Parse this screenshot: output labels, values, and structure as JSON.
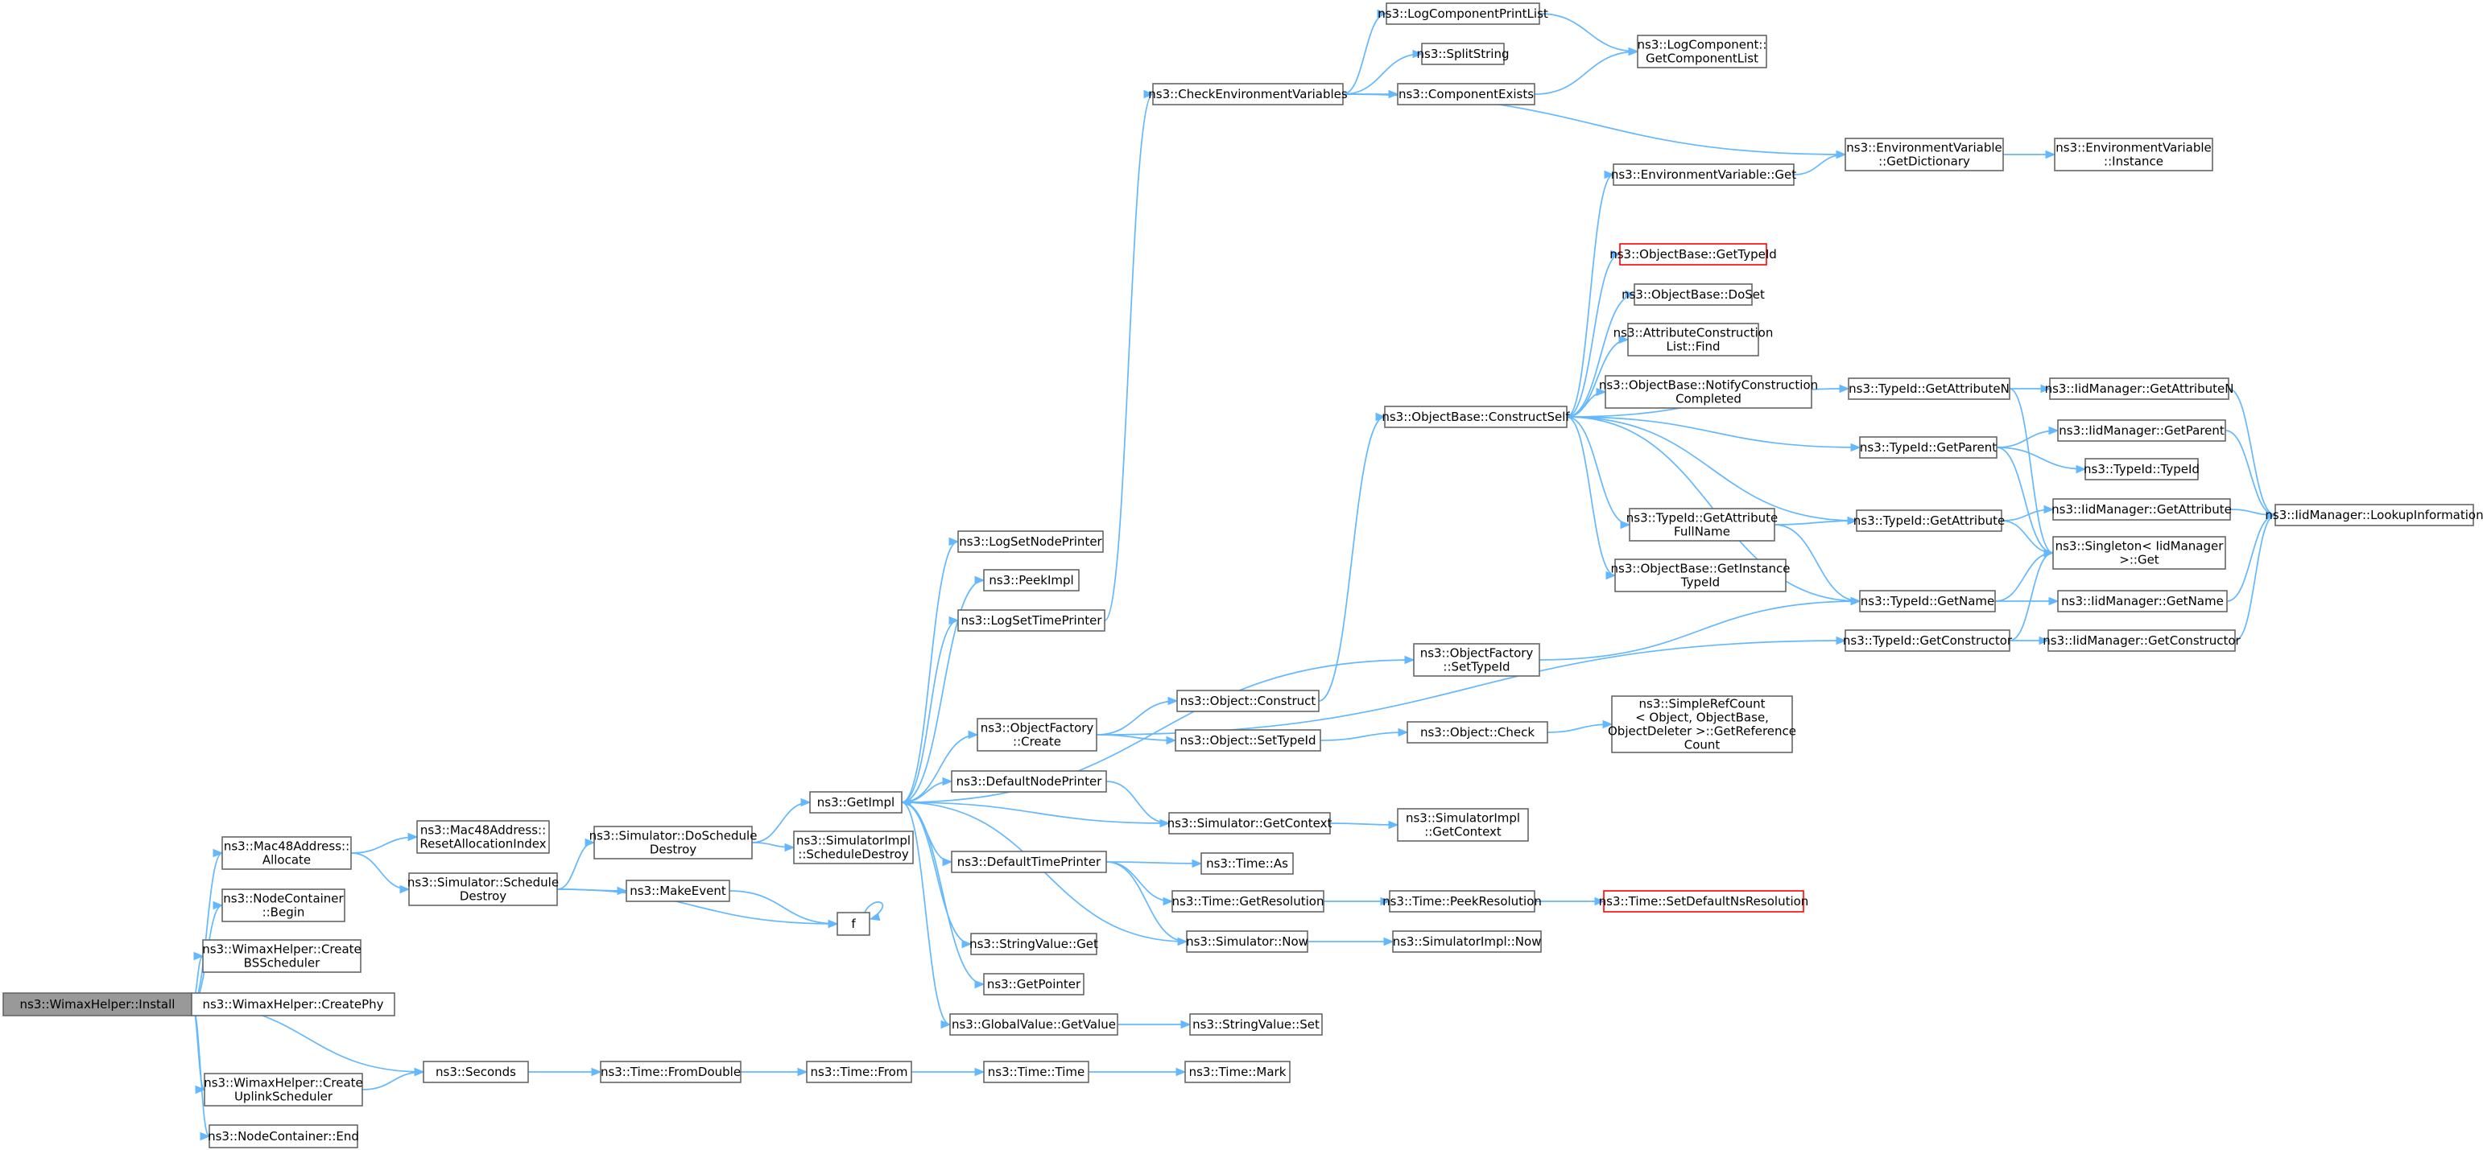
{
  "colors": {
    "edge": "#63b8ff",
    "node_border": "#666666",
    "root_fill": "#999999",
    "highlight_border": "#ff0000"
  },
  "nodes": [
    {
      "id": "install",
      "lines": [
        "ns3::WimaxHelper::Install"
      ],
      "style": "root"
    },
    {
      "id": "mac48alloc",
      "lines": [
        "ns3::Mac48Address::",
        "Allocate"
      ]
    },
    {
      "id": "ncbegin",
      "lines": [
        "ns3::NodeContainer",
        "::Begin"
      ]
    },
    {
      "id": "createbs",
      "lines": [
        "ns3::WimaxHelper::Create",
        "BSScheduler"
      ]
    },
    {
      "id": "createphy",
      "lines": [
        "ns3::WimaxHelper::CreatePhy"
      ]
    },
    {
      "id": "createul",
      "lines": [
        "ns3::WimaxHelper::Create",
        "UplinkScheduler"
      ]
    },
    {
      "id": "ncend",
      "lines": [
        "ns3::NodeContainer::End"
      ]
    },
    {
      "id": "resetalloc",
      "lines": [
        "ns3::Mac48Address::",
        "ResetAllocationIndex"
      ]
    },
    {
      "id": "schedDestroy",
      "lines": [
        "ns3::Simulator::Schedule",
        "Destroy"
      ]
    },
    {
      "id": "doSchedDestroy",
      "lines": [
        "ns3::Simulator::DoSchedule",
        "Destroy"
      ]
    },
    {
      "id": "makeEvent",
      "lines": [
        "ns3::MakeEvent"
      ]
    },
    {
      "id": "f",
      "lines": [
        "f"
      ]
    },
    {
      "id": "seconds",
      "lines": [
        "ns3::Seconds"
      ]
    },
    {
      "id": "fromDouble",
      "lines": [
        "ns3::Time::FromDouble"
      ]
    },
    {
      "id": "timeFrom",
      "lines": [
        "ns3::Time::From"
      ]
    },
    {
      "id": "timeTime",
      "lines": [
        "ns3::Time::Time"
      ]
    },
    {
      "id": "timeMark",
      "lines": [
        "ns3::Time::Mark"
      ]
    },
    {
      "id": "getImpl",
      "lines": [
        "ns3::GetImpl"
      ]
    },
    {
      "id": "simImplSchedDestroy",
      "lines": [
        "ns3::SimulatorImpl",
        "::ScheduleDestroy"
      ]
    },
    {
      "id": "logSetNodePrinter",
      "lines": [
        "ns3::LogSetNodePrinter"
      ]
    },
    {
      "id": "peekImpl",
      "lines": [
        "ns3::PeekImpl"
      ]
    },
    {
      "id": "logSetTimePrinter",
      "lines": [
        "ns3::LogSetTimePrinter"
      ]
    },
    {
      "id": "objFactoryCreate",
      "lines": [
        "ns3::ObjectFactory",
        "::Create"
      ]
    },
    {
      "id": "defaultNodePrinter",
      "lines": [
        "ns3::DefaultNodePrinter"
      ]
    },
    {
      "id": "defaultTimePrinter",
      "lines": [
        "ns3::DefaultTimePrinter"
      ]
    },
    {
      "id": "stringValueGet",
      "lines": [
        "ns3::StringValue::Get"
      ]
    },
    {
      "id": "getPointer",
      "lines": [
        "ns3::GetPointer"
      ]
    },
    {
      "id": "globalValueGetValue",
      "lines": [
        "ns3::GlobalValue::GetValue"
      ]
    },
    {
      "id": "stringValueSet",
      "lines": [
        "ns3::StringValue::Set"
      ]
    },
    {
      "id": "checkEnv",
      "lines": [
        "ns3::CheckEnvironmentVariables"
      ]
    },
    {
      "id": "logCompPrintList",
      "lines": [
        "ns3::LogComponentPrintList"
      ]
    },
    {
      "id": "splitString",
      "lines": [
        "ns3::SplitString"
      ]
    },
    {
      "id": "componentExists",
      "lines": [
        "ns3::ComponentExists"
      ]
    },
    {
      "id": "logCompGetList",
      "lines": [
        "ns3::LogComponent::",
        "GetComponentList"
      ]
    },
    {
      "id": "envVarGetDict",
      "lines": [
        "ns3::EnvironmentVariable",
        "::GetDictionary"
      ]
    },
    {
      "id": "envVarInstance",
      "lines": [
        "ns3::EnvironmentVariable",
        "::Instance"
      ]
    },
    {
      "id": "envVarGet",
      "lines": [
        "ns3::EnvironmentVariable::Get"
      ]
    },
    {
      "id": "objConstruct",
      "lines": [
        "ns3::Object::Construct"
      ]
    },
    {
      "id": "objSetTypeId",
      "lines": [
        "ns3::Object::SetTypeId"
      ]
    },
    {
      "id": "objCheck",
      "lines": [
        "ns3::Object::Check"
      ]
    },
    {
      "id": "simpleRefCount",
      "lines": [
        "ns3::SimpleRefCount",
        "< Object, ObjectBase,",
        "ObjectDeleter >::GetReference",
        "Count"
      ]
    },
    {
      "id": "simGetContext",
      "lines": [
        "ns3::Simulator::GetContext"
      ]
    },
    {
      "id": "simImplGetContext",
      "lines": [
        "ns3::SimulatorImpl",
        "::GetContext"
      ]
    },
    {
      "id": "timeAs",
      "lines": [
        "ns3::Time::As"
      ]
    },
    {
      "id": "timeGetRes",
      "lines": [
        "ns3::Time::GetResolution"
      ]
    },
    {
      "id": "timePeekRes",
      "lines": [
        "ns3::Time::PeekResolution"
      ]
    },
    {
      "id": "timeSetDefaultNs",
      "lines": [
        "ns3::Time::SetDefaultNsResolution"
      ],
      "style": "red"
    },
    {
      "id": "simNow",
      "lines": [
        "ns3::Simulator::Now"
      ]
    },
    {
      "id": "simImplNow",
      "lines": [
        "ns3::SimulatorImpl::Now"
      ]
    },
    {
      "id": "objFactorySetTypeId",
      "lines": [
        "ns3::ObjectFactory",
        "::SetTypeId"
      ]
    },
    {
      "id": "objBaseConstructSelf",
      "lines": [
        "ns3::ObjectBase::ConstructSelf"
      ]
    },
    {
      "id": "objBaseGetTypeId",
      "lines": [
        "ns3::ObjectBase::GetTypeId"
      ],
      "style": "red"
    },
    {
      "id": "objBaseDoSet",
      "lines": [
        "ns3::ObjectBase::DoSet"
      ]
    },
    {
      "id": "attrConstructFind",
      "lines": [
        "ns3::AttributeConstruction",
        "List::Find"
      ]
    },
    {
      "id": "objBaseNotify",
      "lines": [
        "ns3::ObjectBase::NotifyConstruction",
        "Completed"
      ]
    },
    {
      "id": "typeIdGetAttrFullName",
      "lines": [
        "ns3::TypeId::GetAttribute",
        "FullName"
      ]
    },
    {
      "id": "objBaseGetInstTypeId",
      "lines": [
        "ns3::ObjectBase::GetInstance",
        "TypeId"
      ]
    },
    {
      "id": "typeIdGetAttrN",
      "lines": [
        "ns3::TypeId::GetAttributeN"
      ]
    },
    {
      "id": "typeIdGetParent",
      "lines": [
        "ns3::TypeId::GetParent"
      ]
    },
    {
      "id": "typeIdGetAttr",
      "lines": [
        "ns3::TypeId::GetAttribute"
      ]
    },
    {
      "id": "typeIdGetName",
      "lines": [
        "ns3::TypeId::GetName"
      ]
    },
    {
      "id": "typeIdGetConstructor",
      "lines": [
        "ns3::TypeId::GetConstructor"
      ]
    },
    {
      "id": "iidGetAttrN",
      "lines": [
        "ns3::IidManager::GetAttributeN"
      ]
    },
    {
      "id": "iidGetParent",
      "lines": [
        "ns3::IidManager::GetParent"
      ]
    },
    {
      "id": "typeIdTypeId",
      "lines": [
        "ns3::TypeId::TypeId"
      ]
    },
    {
      "id": "iidGetAttr",
      "lines": [
        "ns3::IidManager::GetAttribute"
      ]
    },
    {
      "id": "singletonGet",
      "lines": [
        "ns3::Singleton< IidManager",
        ">::Get"
      ]
    },
    {
      "id": "iidGetName",
      "lines": [
        "ns3::IidManager::GetName"
      ]
    },
    {
      "id": "iidGetConstructor",
      "lines": [
        "ns3::IidManager::GetConstructor"
      ]
    },
    {
      "id": "iidLookup",
      "lines": [
        "ns3::IidManager::LookupInformation"
      ]
    }
  ],
  "edges": [
    [
      "install",
      "mac48alloc"
    ],
    [
      "install",
      "ncbegin"
    ],
    [
      "install",
      "createbs"
    ],
    [
      "install",
      "createphy"
    ],
    [
      "install",
      "createul"
    ],
    [
      "install",
      "ncend"
    ],
    [
      "install",
      "seconds"
    ],
    [
      "mac48alloc",
      "resetalloc"
    ],
    [
      "mac48alloc",
      "schedDestroy"
    ],
    [
      "schedDestroy",
      "doSchedDestroy"
    ],
    [
      "schedDestroy",
      "makeEvent"
    ],
    [
      "schedDestroy",
      "f"
    ],
    [
      "makeEvent",
      "f"
    ],
    [
      "f",
      "f"
    ],
    [
      "createul",
      "seconds"
    ],
    [
      "seconds",
      "fromDouble"
    ],
    [
      "fromDouble",
      "timeFrom"
    ],
    [
      "timeFrom",
      "timeTime"
    ],
    [
      "timeTime",
      "timeMark"
    ],
    [
      "doSchedDestroy",
      "getImpl"
    ],
    [
      "doSchedDestroy",
      "simImplSchedDestroy"
    ],
    [
      "getImpl",
      "logSetNodePrinter"
    ],
    [
      "getImpl",
      "peekImpl"
    ],
    [
      "getImpl",
      "logSetTimePrinter"
    ],
    [
      "getImpl",
      "objFactorySetTypeId"
    ],
    [
      "getImpl",
      "objFactoryCreate"
    ],
    [
      "getImpl",
      "defaultNodePrinter"
    ],
    [
      "getImpl",
      "defaultTimePrinter"
    ],
    [
      "getImpl",
      "stringValueGet"
    ],
    [
      "getImpl",
      "getPointer"
    ],
    [
      "getImpl",
      "globalValueGetValue"
    ],
    [
      "logSetTimePrinter",
      "checkEnv"
    ],
    [
      "checkEnv",
      "logCompPrintList"
    ],
    [
      "checkEnv",
      "splitString"
    ],
    [
      "checkEnv",
      "componentExists"
    ],
    [
      "checkEnv",
      "envVarGetDict"
    ],
    [
      "logCompPrintList",
      "logCompGetList"
    ],
    [
      "componentExists",
      "logCompGetList"
    ],
    [
      "envVarGetDict",
      "envVarInstance"
    ],
    [
      "envVarGet",
      "envVarGetDict"
    ],
    [
      "objFactoryCreate",
      "objConstruct"
    ],
    [
      "objFactoryCreate",
      "objSetTypeId"
    ],
    [
      "objFactoryCreate",
      "typeIdGetConstructor"
    ],
    [
      "objConstruct",
      "objBaseConstructSelf"
    ],
    [
      "objSetTypeId",
      "objCheck"
    ],
    [
      "objCheck",
      "simpleRefCount"
    ],
    [
      "defaultNodePrinter",
      "simGetContext"
    ],
    [
      "simGetContext",
      "getImpl"
    ],
    [
      "simGetContext",
      "simImplGetContext"
    ],
    [
      "defaultTimePrinter",
      "timeAs"
    ],
    [
      "defaultTimePrinter",
      "timeGetRes"
    ],
    [
      "defaultTimePrinter",
      "simNow"
    ],
    [
      "timeGetRes",
      "timePeekRes"
    ],
    [
      "timePeekRes",
      "timeSetDefaultNs"
    ],
    [
      "simNow",
      "getImpl"
    ],
    [
      "simNow",
      "simImplNow"
    ],
    [
      "globalValueGetValue",
      "stringValueSet"
    ],
    [
      "objFactorySetTypeId",
      "typeIdGetName"
    ],
    [
      "objBaseConstructSelf",
      "envVarGet"
    ],
    [
      "objBaseConstructSelf",
      "objBaseGetTypeId"
    ],
    [
      "objBaseConstructSelf",
      "objBaseDoSet"
    ],
    [
      "objBaseConstructSelf",
      "attrConstructFind"
    ],
    [
      "objBaseConstructSelf",
      "objBaseNotify"
    ],
    [
      "objBaseConstructSelf",
      "typeIdGetAttrN"
    ],
    [
      "objBaseConstructSelf",
      "typeIdGetParent"
    ],
    [
      "objBaseConstructSelf",
      "typeIdGetAttr"
    ],
    [
      "objBaseConstructSelf",
      "typeIdGetAttrFullName"
    ],
    [
      "objBaseConstructSelf",
      "objBaseGetInstTypeId"
    ],
    [
      "objBaseConstructSelf",
      "typeIdGetName"
    ],
    [
      "typeIdGetAttrFullName",
      "typeIdGetAttr"
    ],
    [
      "typeIdGetAttrFullName",
      "typeIdGetName"
    ],
    [
      "typeIdGetAttrN",
      "iidGetAttrN"
    ],
    [
      "typeIdGetAttrN",
      "singletonGet"
    ],
    [
      "typeIdGetParent",
      "iidGetParent"
    ],
    [
      "typeIdGetParent",
      "typeIdTypeId"
    ],
    [
      "typeIdGetParent",
      "singletonGet"
    ],
    [
      "typeIdGetAttr",
      "iidGetAttr"
    ],
    [
      "typeIdGetAttr",
      "singletonGet"
    ],
    [
      "typeIdGetName",
      "iidGetName"
    ],
    [
      "typeIdGetName",
      "singletonGet"
    ],
    [
      "typeIdGetConstructor",
      "iidGetConstructor"
    ],
    [
      "typeIdGetConstructor",
      "singletonGet"
    ],
    [
      "iidGetAttrN",
      "iidLookup"
    ],
    [
      "iidGetParent",
      "iidLookup"
    ],
    [
      "iidGetAttr",
      "iidLookup"
    ],
    [
      "iidGetName",
      "iidLookup"
    ],
    [
      "iidGetConstructor",
      "iidLookup"
    ]
  ]
}
